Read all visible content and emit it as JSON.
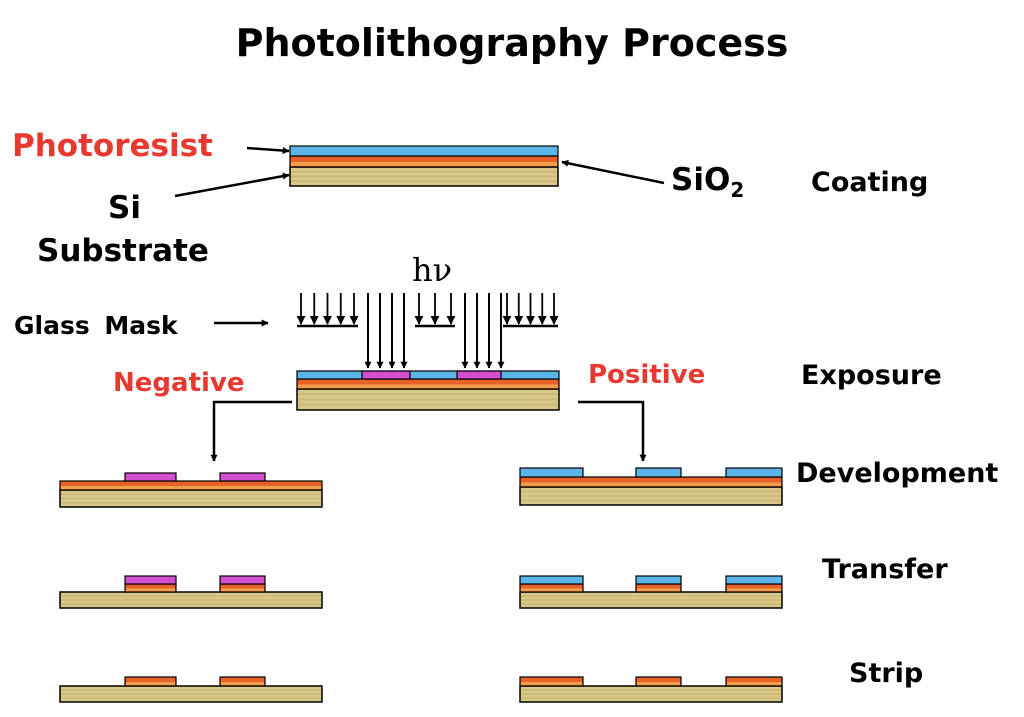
{
  "title": "Photolithography Process",
  "labels": {
    "photoresist": "Photoresist",
    "si": "Si",
    "substrate": "Substrate",
    "sio2_base": "SiO",
    "sio2_sub": "2",
    "hv": "hν",
    "glass_mask": "Glass Mask",
    "negative": "Negative",
    "positive": "Positive"
  },
  "steps": {
    "coating": "Coating",
    "exposure": "Exposure",
    "development": "Development",
    "transfer": "Transfer",
    "strip": "Strip"
  },
  "colors": {
    "photoresist": "#5bb5e8",
    "sio2": "#e8602a",
    "oxide_band": "#f0a04a",
    "substrate": "#d8c98a",
    "substrate_stripe": "#c9b873",
    "exposed_resist": "#d44fd0",
    "accent_red": "#e8382f",
    "text": "#000000"
  }
}
